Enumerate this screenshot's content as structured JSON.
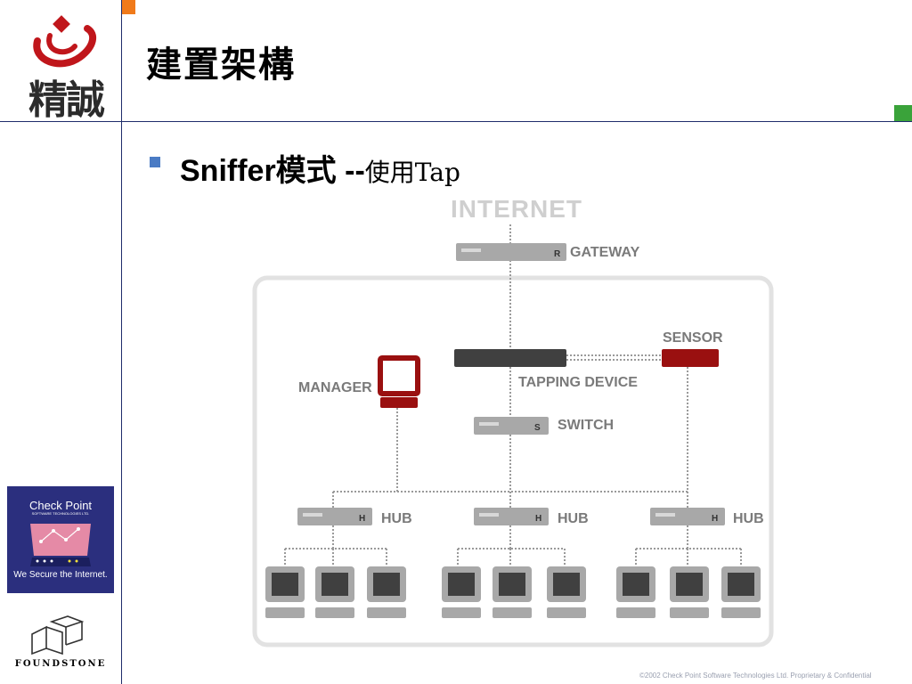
{
  "slide": {
    "title": "建置架構",
    "bullet_main": "Sniffer模式 --",
    "bullet_sub": "使用Tap",
    "footer": "©2002 Check Point Software Technologies Ltd. Proprietary & Confidential"
  },
  "branding": {
    "logo_text": "精誠",
    "checkpoint_title": "Check Point",
    "checkpoint_sub": "SOFTWARE TECHNOLOGIES LTD.",
    "checkpoint_tagline": "We Secure the Internet.",
    "foundstone": "FOUNDSTONE"
  },
  "diagram": {
    "internet": "INTERNET",
    "gateway": "GATEWAY",
    "gateway_tag": "R",
    "sensor": "SENSOR",
    "manager": "MANAGER",
    "tapping_device": "TAPPING DEVICE",
    "switch": "SWITCH",
    "switch_tag": "S",
    "hub": "HUB",
    "hub_tag": "H"
  },
  "colors": {
    "accent_red": "#9a1010",
    "navy": "#1f2d6b",
    "orange": "#f07a1a",
    "green": "#3aa33a",
    "bullet_blue": "#4a7bc4",
    "device_gray": "#a8a8a8",
    "tap_dark": "#404040"
  }
}
